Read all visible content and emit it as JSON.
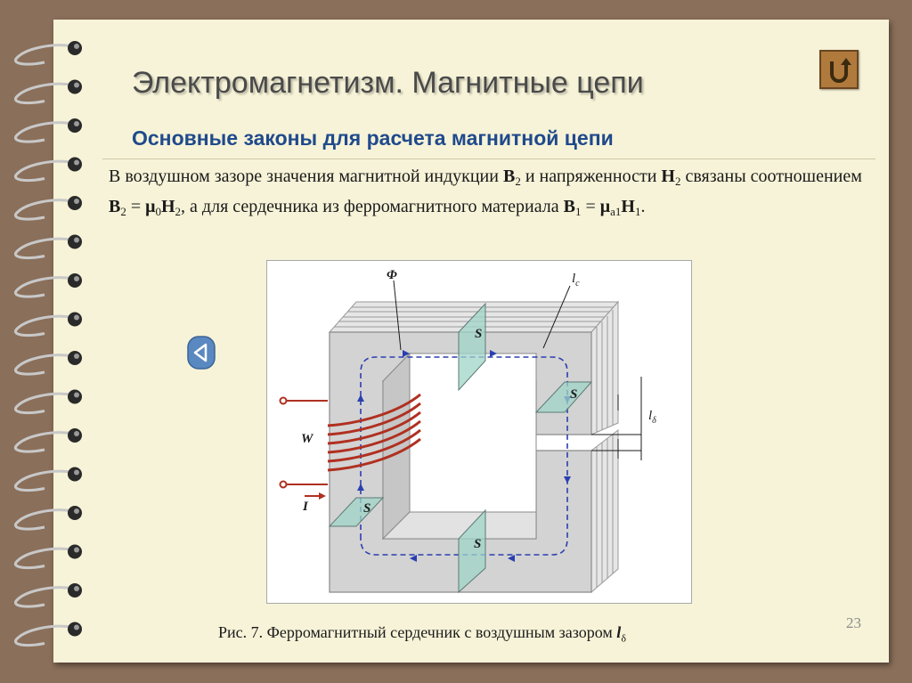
{
  "slide": {
    "title": "Электромагнетизм.  Магнитные цепи",
    "subtitle": "Основные законы для расчета магнитной цепи",
    "number": "23"
  },
  "paragraph": {
    "t1": "В воздушном зазоре значения магнитной индукции ",
    "b2_sym": "B",
    "b2_sub": "2",
    "t2": " и напряженности ",
    "h2_sym": "H",
    "h2_sub": "2",
    "t3": " связаны соотношением ",
    "eq1_b": "B",
    "eq1_bsub": "2",
    "eq1_eq": " = ",
    "eq1_mu": "μ",
    "eq1_musub": "0",
    "eq1_h": "H",
    "eq1_hsub": "2",
    "t4": ", а для сердечника из ферромагнитного материала ",
    "eq2_b": "B",
    "eq2_bsub": "1",
    "eq2_eq": " = ",
    "eq2_mu": "μ",
    "eq2_musub": "a1",
    "eq2_h": "H",
    "eq2_hsub": "1",
    "t5": "."
  },
  "figure": {
    "label_flux": "Φ",
    "label_lc": "l",
    "label_lc_sub": "c",
    "label_S": "S",
    "label_W": "W",
    "label_I": "I",
    "label_ld": "l",
    "label_ld_sub": "δ"
  },
  "caption": {
    "text": "Рис. 7. Ферромагнитный сердечник с воздушным зазором ",
    "sym": "l",
    "sub": "δ"
  },
  "colors": {
    "page": "#f7f3d8",
    "frame": "#8a6f5a",
    "subtitle": "#1f4a8c",
    "flux_line": "#2a3fb0",
    "coil": "#b03020",
    "section": "#9fd4c8"
  },
  "icons": {
    "home": "return-arrow-icon",
    "prev": "triangle-left-icon"
  }
}
